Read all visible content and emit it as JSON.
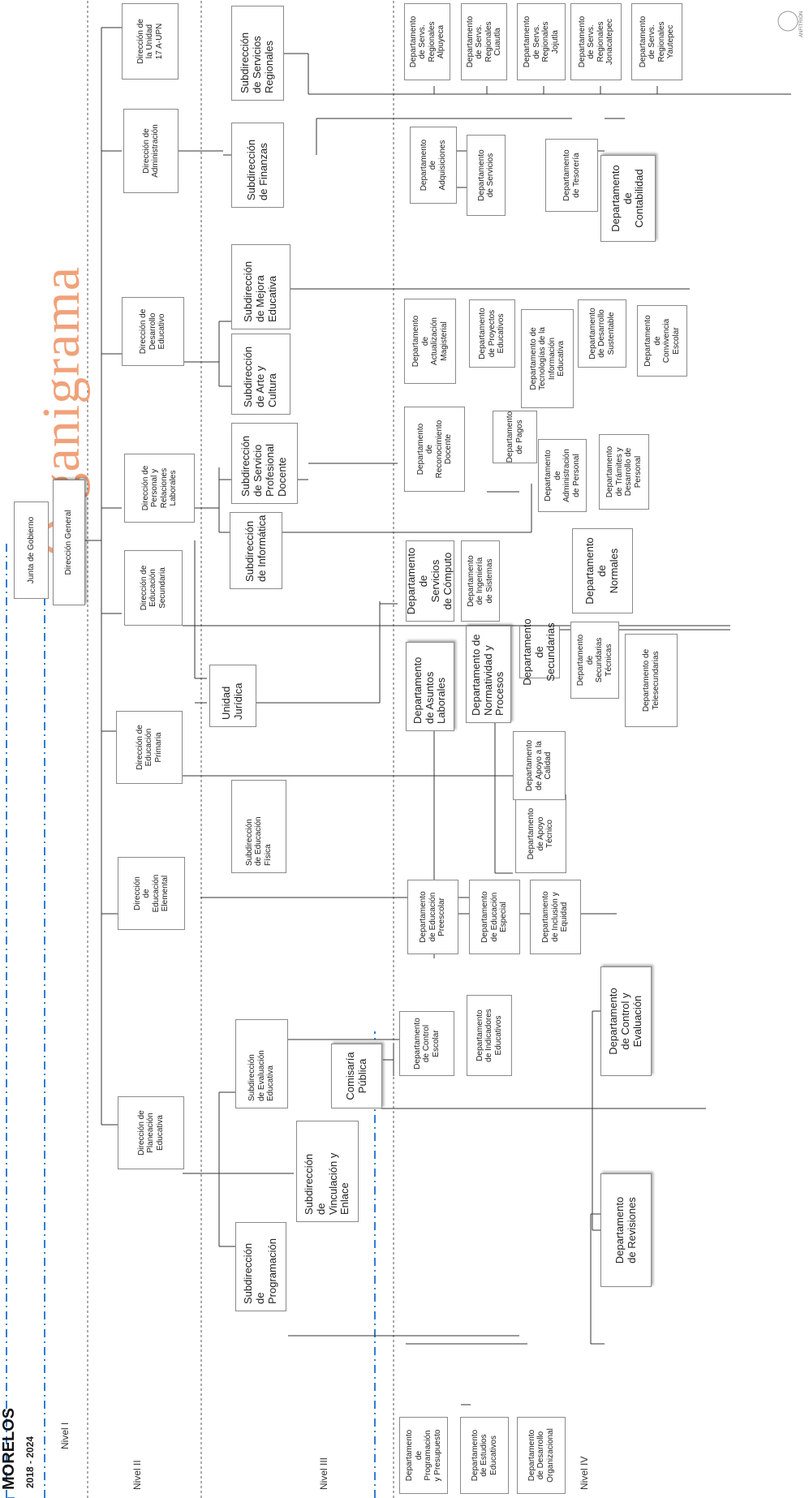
{
  "header": {
    "title": "MORELOS",
    "years": "2018 - 2024"
  },
  "watermark": "Organigrama",
  "logo_text": "ANFITRIÓN",
  "levels": [
    "Nivel I",
    "Nivel II",
    "Nivel III",
    "Nivel IV"
  ],
  "colors": {
    "accent_dashdot": "#2f7fd1",
    "watermark": "#f0a27a",
    "line": "#333333"
  },
  "top": {
    "junta": "Junta de Gobierno",
    "general": "Dirección General",
    "direcciones": [
      "Dirección de\nPlaneación\nEducativa",
      "Dirección\nde\nEducación\nElemental",
      "Dirección de\nEducación\nPrimaria",
      "Dirección de\nEducación\nSecundaria",
      "Dirección de\nPersonal y\nRelaciones\nLaborales",
      "Dirección de\nDesarrollo\nEducativo",
      "Dirección de\nAdministración",
      "Dirección de\nla Unidad\n17 A-UPN"
    ]
  },
  "subdirecciones": {
    "programacion": "Subdirección\nde\nProgramación",
    "evaluacion": "Subdirección\nde Evaluación\nEducativa",
    "vinculacion": "Subdirección\nde\nVinculación y\nEnlace",
    "comisaria": "Comisaría\nPública",
    "fisica": "Subdirección\nde Educación\nFísica",
    "juridica": "Unidad\nJurídica",
    "informatica": "Subdirección\nde Informática",
    "servicio_docente": "Subdirección\nde Servicio\nProfesional\nDocente",
    "arte_cultura": "Subdirección\nde Arte y\nCultura",
    "mejora": "Subdirección\nde Mejora\nEducativa",
    "finanzas": "Subdirección\nde Finanzas",
    "regionales": "Subdirección\nde Servicios\nRegionales"
  },
  "departamentos": {
    "programacion_presupuesto": "Departamento\nde\nProgramación\ny Presupuesto",
    "estudios_educativos": "Departamento\nde Estudios\nEducativos",
    "desarrollo_organizacional": "Departamento\nde Desarrollo\nOrganizacional",
    "control_escolar": "Departamento\nde Control\nEscolar",
    "indicadores": "Departamento\nde Indicadores\nEducativos",
    "revisiones": "Departamento\nde Revisiones",
    "control_evaluacion": "Departamento\nde Control y\nEvaluación",
    "preescolar": "Departamento\nde Educación\nPreescolar",
    "especial": "Departamento\nde Educación\nEspecial",
    "inclusion": "Departamento\nde Inclusión y\nEquidad",
    "apoyo_tecnico": "Departamento\nde Apoyo\nTécnico",
    "apoyo_calidad": "Departamento\nde Apoyo a la\nCalidad",
    "asuntos_laborales": "Departamento\nde Asuntos\nLaborales",
    "normatividad": "Departamento de\nNormatividad y\nProcesos",
    "secundarias": "Departamento\nde\nSecundarias",
    "secundarias_tecnicas": "Departamento\nde\nSecundarias\nTécnicas",
    "telesecundarias": "Departamento de\nTelesecundarias",
    "computo": "Departamento\nde\nServicios\nde Cómputo",
    "ingenieria": "Departamento\nde Ingeniería\nde Sistemas",
    "normales": "Departamento\nde\nNormales",
    "reconocimiento": "Departamento\nde\nReconocimiento\nDocente",
    "pagos": "Departamento\nde Pagos",
    "administracion_personal": "Departamento\nde\nAdministración\nde Personal",
    "tramites": "Departamento\nde Trámites y\nDesarrollo de\nPersonal",
    "actualizacion": "Departamento\nde\nActualización\nMagisterial",
    "proyectos": "Departamento\nde Proyectos\nEducativos",
    "tecnologias": "Departamento de\nTecnologías de la\nInformación\nEducativa",
    "sustentable": "Departamento\nde Desarrollo\nSustentable",
    "convivencia": "Departamento\nde\nConvivencia\nEscolar",
    "adquisiciones": "Departamento\nde\nAdquisiciones",
    "servicios": "Departamento\nde Servicios",
    "tesoreria": "Departamento\nde Tesorería",
    "contabilidad": "Departamento\nde\nContabilidad",
    "alpuyeca": "Departamento\nde Servs.\nRegionales\nAlpuyeca",
    "cuautla": "Departamento\nde Servs.\nRegionales\nCuautla",
    "jojutla": "Departamento\nde Servs.\nRegionales\nJojutla",
    "jonacatepec": "Departamento\nde Servs.\nRegionales\nJonacatepec",
    "yautepec": "Departamento\nde Servs.\nRegionales\nYautepec"
  }
}
